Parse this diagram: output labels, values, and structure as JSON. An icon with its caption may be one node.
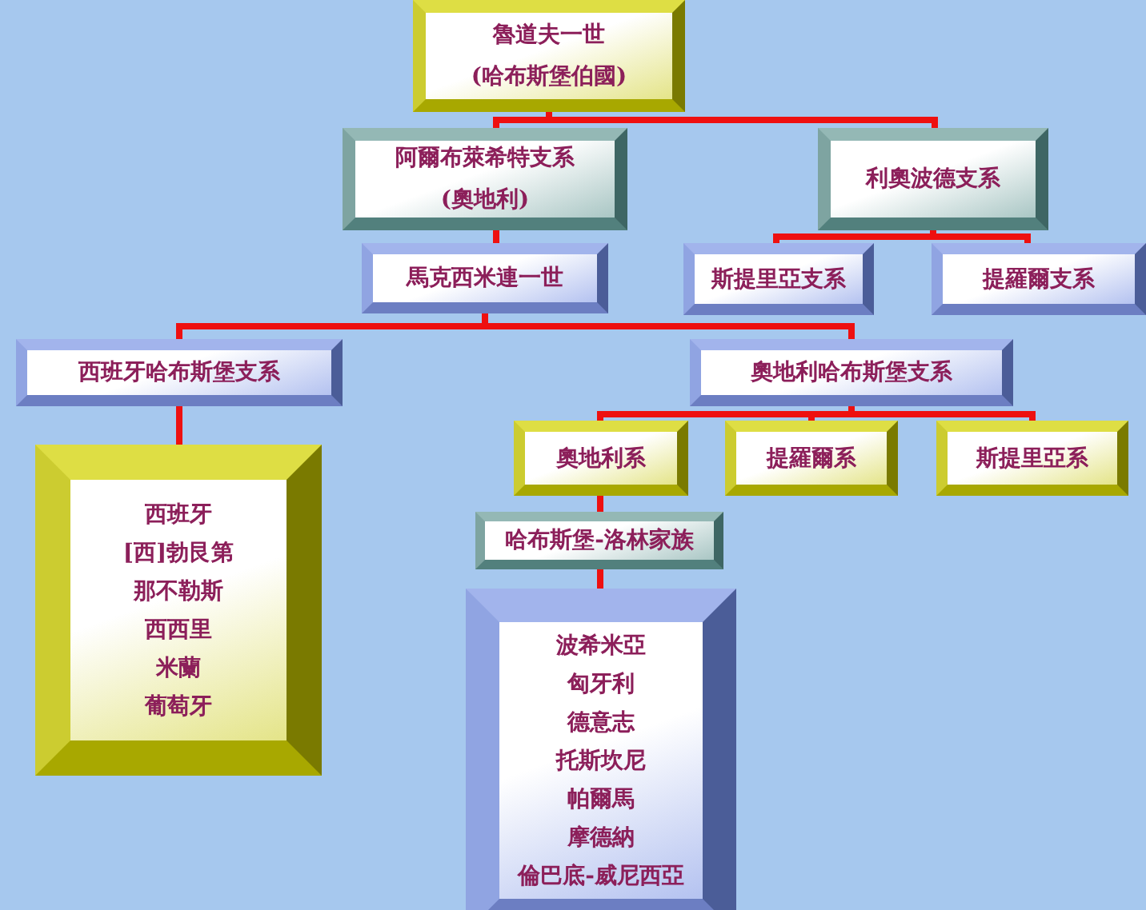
{
  "diagram": {
    "nodes": [
      {
        "text": [
          "魯道夫一世",
          "(哈布斯堡伯國)"
        ]
      },
      {
        "text": [
          "阿爾布萊希特支系",
          "(奧地利)"
        ]
      },
      {
        "text": [
          "利奧波德支系"
        ]
      },
      {
        "text": [
          "馬克西米連一世"
        ]
      },
      {
        "text": [
          "斯提里亞支系"
        ]
      },
      {
        "text": [
          "提羅爾支系"
        ]
      },
      {
        "text": [
          "西班牙哈布斯堡支系"
        ]
      },
      {
        "text": [
          "奧地利哈布斯堡支系"
        ]
      },
      {
        "text": [
          "西班牙",
          "[西]勃艮第",
          "那不勒斯",
          "西西里",
          "米蘭",
          "葡萄牙"
        ]
      },
      {
        "text": [
          "奧地利系"
        ]
      },
      {
        "text": [
          "提羅爾系"
        ]
      },
      {
        "text": [
          "斯提里亞系"
        ]
      },
      {
        "text": [
          "哈布斯堡-洛林家族"
        ]
      },
      {
        "text": [
          "波希米亞",
          "匈牙利",
          "德意志",
          "托斯坎尼",
          "帕爾馬",
          "摩德納",
          "倫巴底-威尼西亞"
        ]
      }
    ],
    "edges": [
      {
        "from": 0,
        "to": 1,
        "arrow": "none"
      },
      {
        "from": 0,
        "to": 2,
        "arrow": "none"
      },
      {
        "from": 1,
        "to": 3,
        "arrow": "none"
      },
      {
        "from": 2,
        "to": 4,
        "arrow": "none"
      },
      {
        "from": 2,
        "to": 5,
        "arrow": "none"
      },
      {
        "from": 3,
        "to": 6,
        "arrow": "none"
      },
      {
        "from": 3,
        "to": 7,
        "arrow": "none"
      },
      {
        "from": 6,
        "to": 8,
        "arrow": "none"
      },
      {
        "from": 7,
        "to": 9,
        "arrow": "none"
      },
      {
        "from": 7,
        "to": 10,
        "arrow": "none"
      },
      {
        "from": 7,
        "to": 11,
        "arrow": "none"
      },
      {
        "from": 9,
        "to": 12,
        "arrow": "none"
      },
      {
        "from": 12,
        "to": 13,
        "arrow": "none"
      }
    ]
  }
}
